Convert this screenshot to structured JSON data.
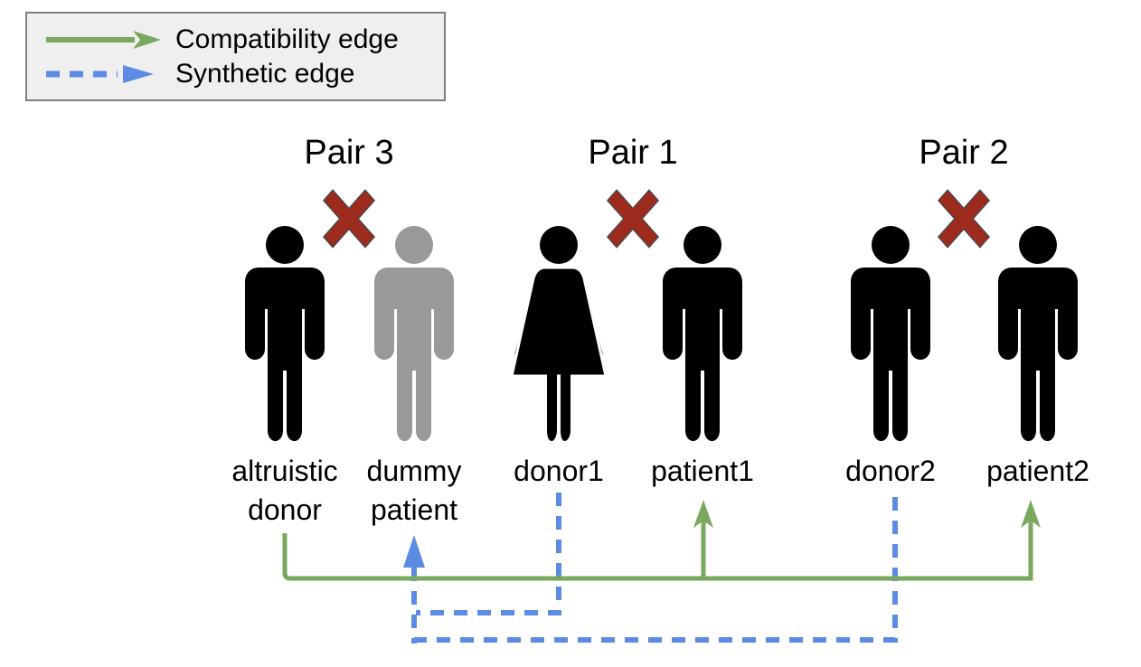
{
  "legend": {
    "items": [
      {
        "label": "Compatibility edge",
        "style": "solid",
        "color": "#7aa85e"
      },
      {
        "label": "Synthetic edge",
        "style": "dashed",
        "color": "#5c8be4"
      }
    ]
  },
  "pairs": [
    {
      "title": "Pair 3",
      "members": [
        "altruistic donor",
        "dummy patient"
      ],
      "compatible": false
    },
    {
      "title": "Pair 1",
      "members": [
        "donor1",
        "patient1"
      ],
      "compatible": false
    },
    {
      "title": "Pair 2",
      "members": [
        "donor2",
        "patient2"
      ],
      "compatible": false
    }
  ],
  "people": [
    {
      "id": "altruistic-donor",
      "lines": [
        "altruistic",
        "donor"
      ],
      "figure": "man",
      "color": "#000000"
    },
    {
      "id": "dummy-patient",
      "lines": [
        "dummy",
        "patient"
      ],
      "figure": "man",
      "color": "#999999"
    },
    {
      "id": "donor1",
      "lines": [
        "donor1"
      ],
      "figure": "woman",
      "color": "#000000"
    },
    {
      "id": "patient1",
      "lines": [
        "patient1"
      ],
      "figure": "man",
      "color": "#000000"
    },
    {
      "id": "donor2",
      "lines": [
        "donor2"
      ],
      "figure": "man",
      "color": "#000000"
    },
    {
      "id": "patient2",
      "lines": [
        "patient2"
      ],
      "figure": "man",
      "color": "#000000"
    }
  ],
  "edges": [
    {
      "type": "compatibility",
      "from": "altruistic donor",
      "to": "patient1",
      "color": "#7aa85e"
    },
    {
      "type": "compatibility",
      "from": "altruistic donor",
      "to": "patient2",
      "color": "#7aa85e"
    },
    {
      "type": "synthetic",
      "from": "donor1",
      "to": "dummy patient",
      "color": "#5c8be4"
    },
    {
      "type": "synthetic",
      "from": "donor2",
      "to": "dummy patient",
      "color": "#5c8be4"
    }
  ],
  "colors": {
    "compatibility_edge": "#7aa85e",
    "synthetic_edge": "#5c8be4",
    "incompatible_x": "#9c2b1e",
    "dummy_gray": "#999999",
    "legend_background": "#efefef",
    "legend_border": "#7f7f7f"
  }
}
